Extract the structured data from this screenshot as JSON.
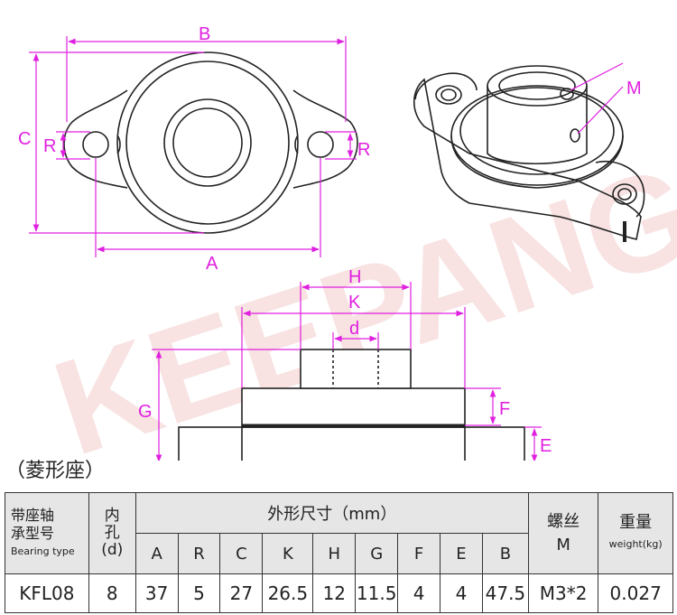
{
  "watermark": "KEEPANG",
  "labels": {
    "B": "B",
    "C": "C",
    "R": "R",
    "A": "A",
    "M": "M",
    "H": "H",
    "K": "K",
    "d": "d",
    "G": "G",
    "F": "F",
    "E": "E"
  },
  "caption": "（菱形座）",
  "table": {
    "model_header": [
      "带座轴",
      "承型号"
    ],
    "model_header_en": "Bearing type",
    "hole_header": [
      "内",
      "孔",
      "(d)"
    ],
    "dims_header": "外形尺寸（mm）",
    "dim_columns": [
      "A",
      "R",
      "C",
      "K",
      "H",
      "G",
      "F",
      "E",
      "B"
    ],
    "screw_header": "螺丝",
    "screw_sub": "M",
    "weight_header": "重量",
    "weight_sub": "weight(kg)",
    "rows": [
      {
        "model": "KFL08",
        "hole": "8",
        "values": [
          "37",
          "5",
          "27",
          "26.5",
          "12",
          "11.5",
          "4",
          "4",
          "47.5"
        ],
        "screw": "M3*2",
        "weight": "0.027"
      }
    ]
  },
  "colors": {
    "dimension": "#e020e0",
    "outline": "#222222",
    "watermark": "#f6d8d8",
    "header_bg": "#e6e6e6"
  }
}
